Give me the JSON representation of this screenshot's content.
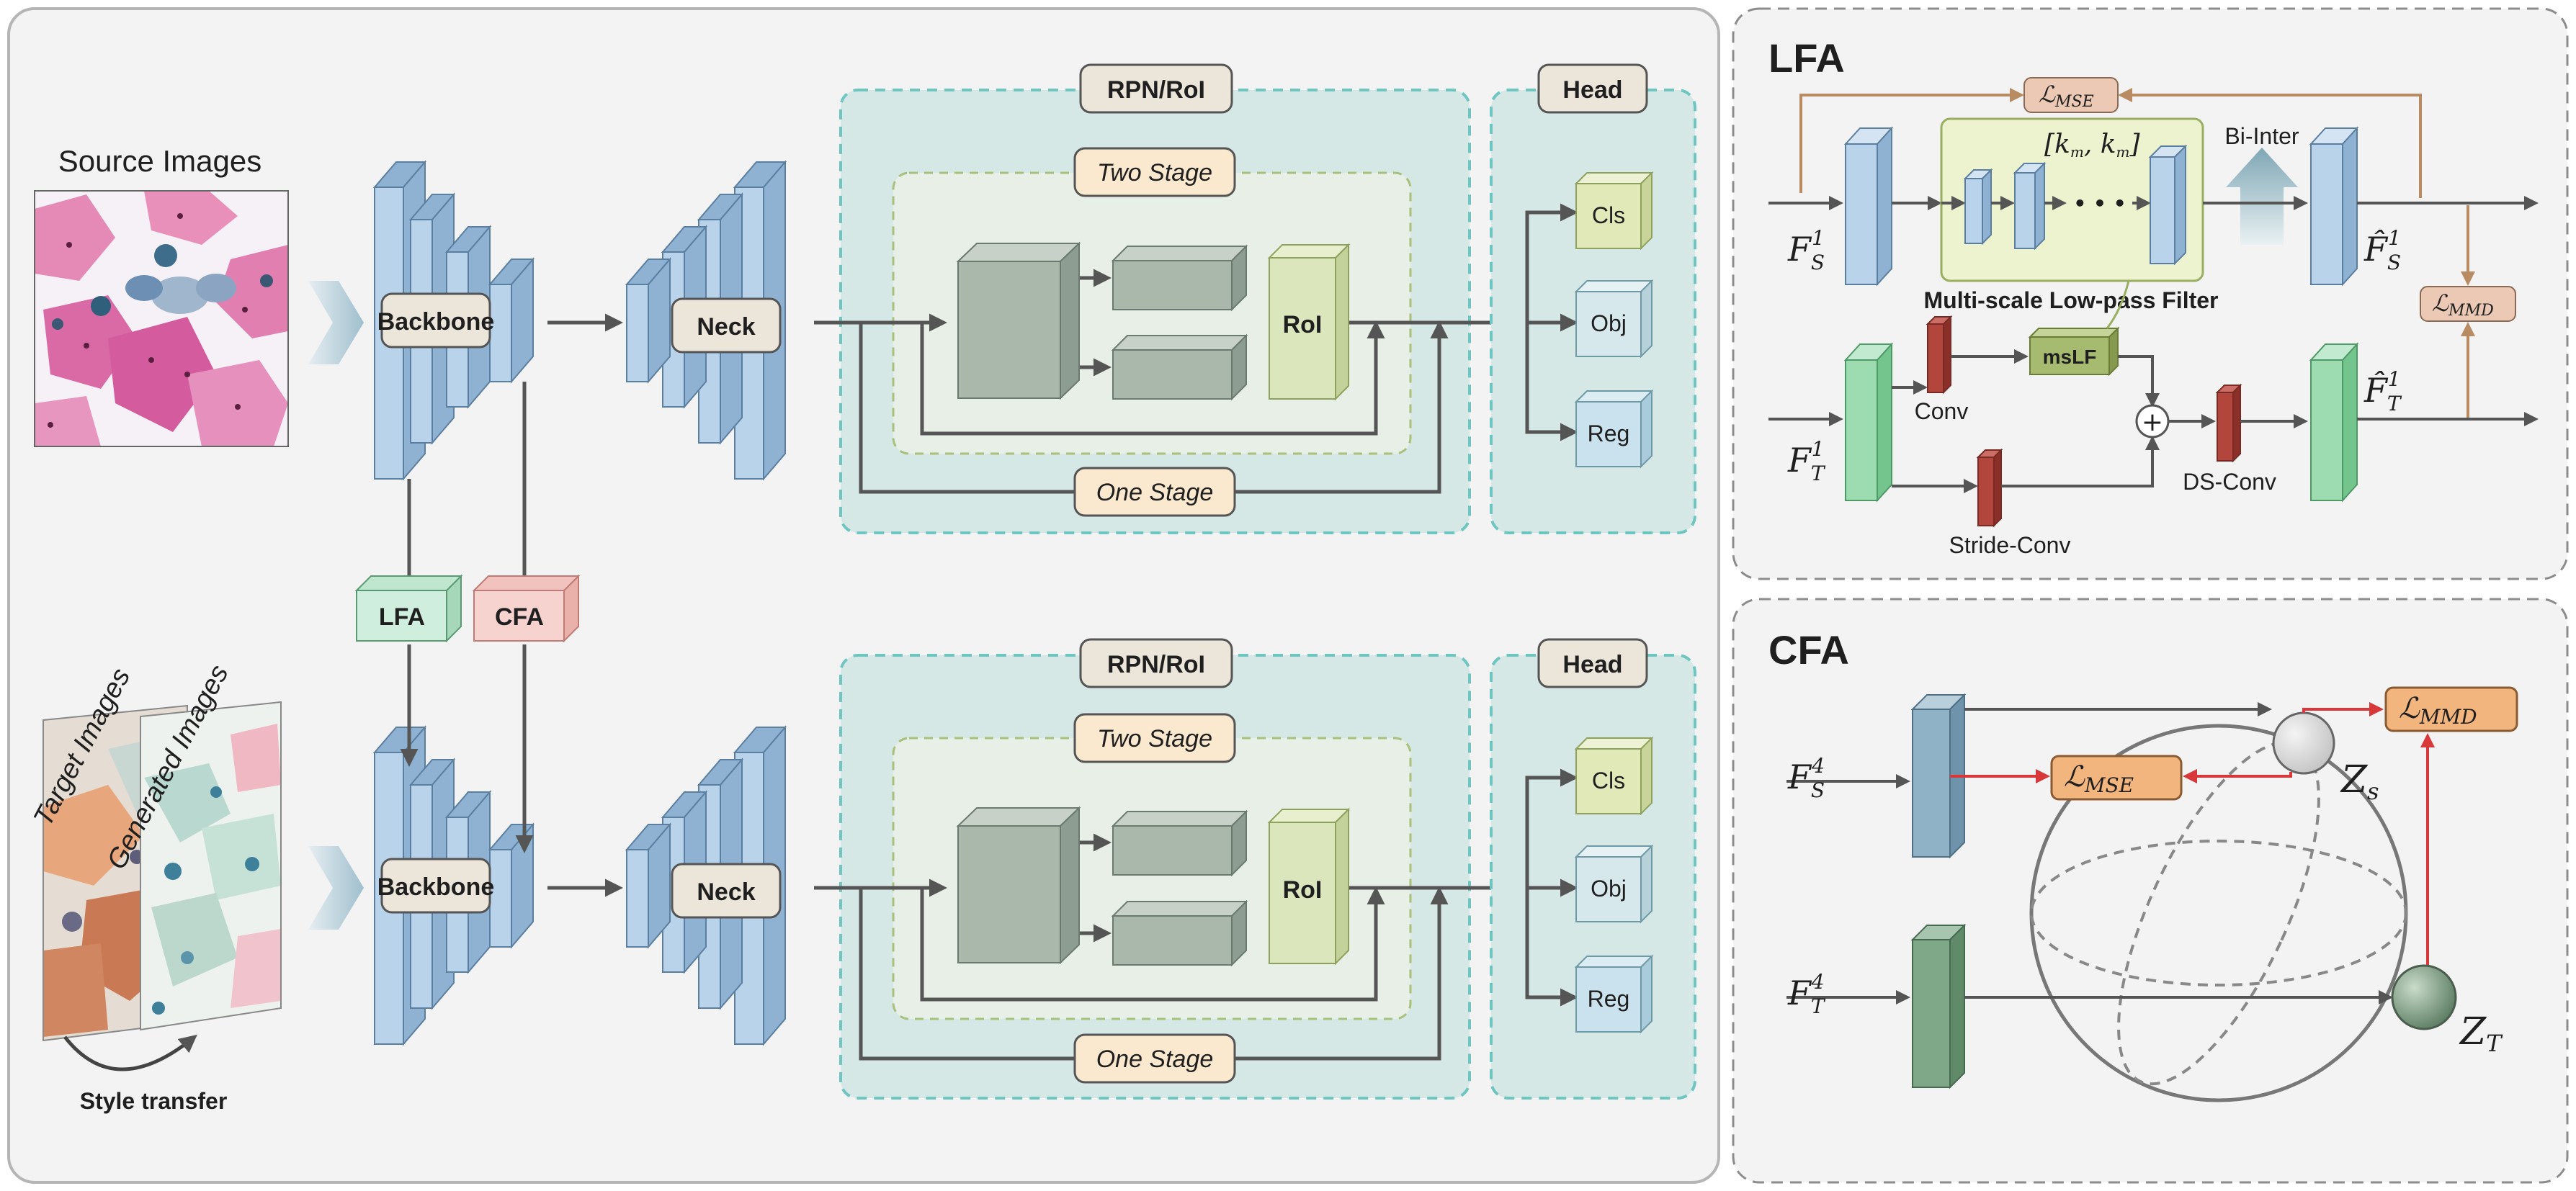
{
  "labels": {
    "source_images": "Source Images",
    "target_images": "Target Images",
    "generated_images": "Generated Images",
    "style_transfer": "Style transfer",
    "backbone": "Backbone",
    "neck": "Neck",
    "rpn_roi": "RPN/RoI",
    "two_stage": "Two Stage",
    "one_stage": "One Stage",
    "roi": "RoI",
    "head": "Head",
    "cls": "Cls",
    "obj": "Obj",
    "reg": "Reg",
    "lfa": "LFA",
    "cfa": "CFA"
  },
  "lfa_panel": {
    "title": "LFA",
    "loss_mse": "ℒ",
    "loss_mse_sub": "MSE",
    "loss_mmd": "ℒ",
    "loss_mmd_sub": "MMD",
    "kernel": "[k",
    "kernel_sub_m": "m",
    "kernel_sep": ", k",
    "kernel_close": "]",
    "dots": "• • •",
    "bi_inter": "Bi-Inter",
    "multiscale": "Multi-scale Low-pass Filter",
    "mslf": "msLF",
    "conv": "Conv",
    "stride_conv": "Stride-Conv",
    "ds_conv": "DS-Conv",
    "f": "F",
    "f_hat": "F̂",
    "sub_s": "S",
    "sub_t": "T",
    "sup_1": "1",
    "plus": "+"
  },
  "cfa_panel": {
    "title": "CFA",
    "f": "F",
    "sub_s": "S",
    "sub_t": "T",
    "sup_4": "4",
    "loss_mse": "ℒ",
    "loss_mse_sub": "MSE",
    "loss_mmd": "ℒ",
    "loss_mmd_sub": "MMD",
    "z": "Z",
    "z_s_sub": "s",
    "z_t_sub": "T"
  },
  "colors": {
    "panel_bg": "#f3f3f3",
    "panel_border": "#b5b5b5",
    "block_blue": "#b9d3ea",
    "block_blue_side": "#8fb2d3",
    "rpn_bg": "#d5e8e6",
    "rpn_border": "#6fc6c0",
    "two_stage_bg": "#e7efe6",
    "two_stage_border": "#a9bf7c",
    "gray_green": "#aab8ac",
    "roi_box": "#dbe6bd",
    "cls_box": "#e2e9b9",
    "obj_box": "#d6e8ec",
    "reg_box": "#c9e2ee",
    "lfa_tag": "#cfeedd",
    "cfa_tag": "#f7d3d0",
    "loss_orange": "#f2b57e",
    "feature_green": "#9ddcb0",
    "conv_red": "#b2463d",
    "mslf_fill": "#a7bb70",
    "arrow_tan": "#b88b62",
    "arrow_red": "#d8383a"
  }
}
